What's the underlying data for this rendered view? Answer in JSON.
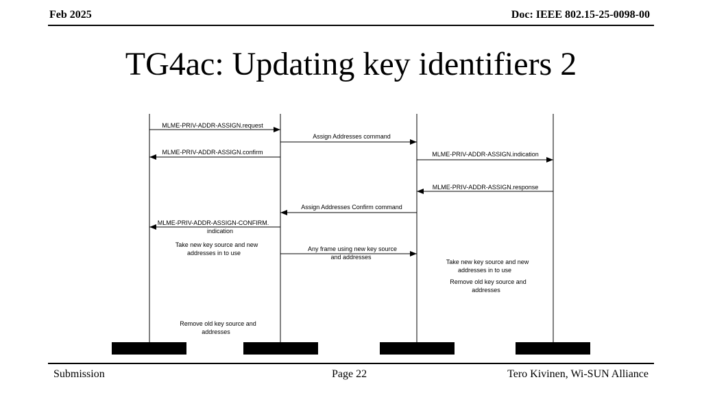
{
  "header": {
    "date": "Feb 2025",
    "doc": "Doc: IEEE 802.15-25-0098-00"
  },
  "slide": {
    "title": "TG4ac: Updating key identifiers 2"
  },
  "diagram": {
    "cropped_top_text": "CONFIRM.indication",
    "messages": {
      "m1": "MLME-PRIV-ADDR-ASSIGN.request",
      "m2": "Assign Addresses command",
      "m3": "MLME-PRIV-ADDR-ASSIGN.confirm",
      "m4": "MLME-PRIV-ADDR-ASSIGN.indication",
      "m5": "MLME-PRIV-ADDR-ASSIGN.response",
      "m6": "Assign Addresses Confirm command",
      "m7a": "MLME-PRIV-ADDR-ASSIGN-CONFIRM.",
      "m7b": "indication",
      "m8a": "Any frame using new key source",
      "m8b": "and addresses"
    },
    "notes": {
      "left_take_a": "Take new key source and new",
      "left_take_b": "addresses in to use",
      "right_take_a": "Take new key source and new",
      "right_take_b": "addresses in to use",
      "right_remove_a": "Remove old key source and",
      "right_remove_b": "addresses",
      "left_remove_a": "Remove old key source and",
      "left_remove_b": "addresses"
    }
  },
  "footer": {
    "left": "Submission",
    "center": "Page 22",
    "right": "Tero Kivinen, Wi-SUN Alliance"
  }
}
